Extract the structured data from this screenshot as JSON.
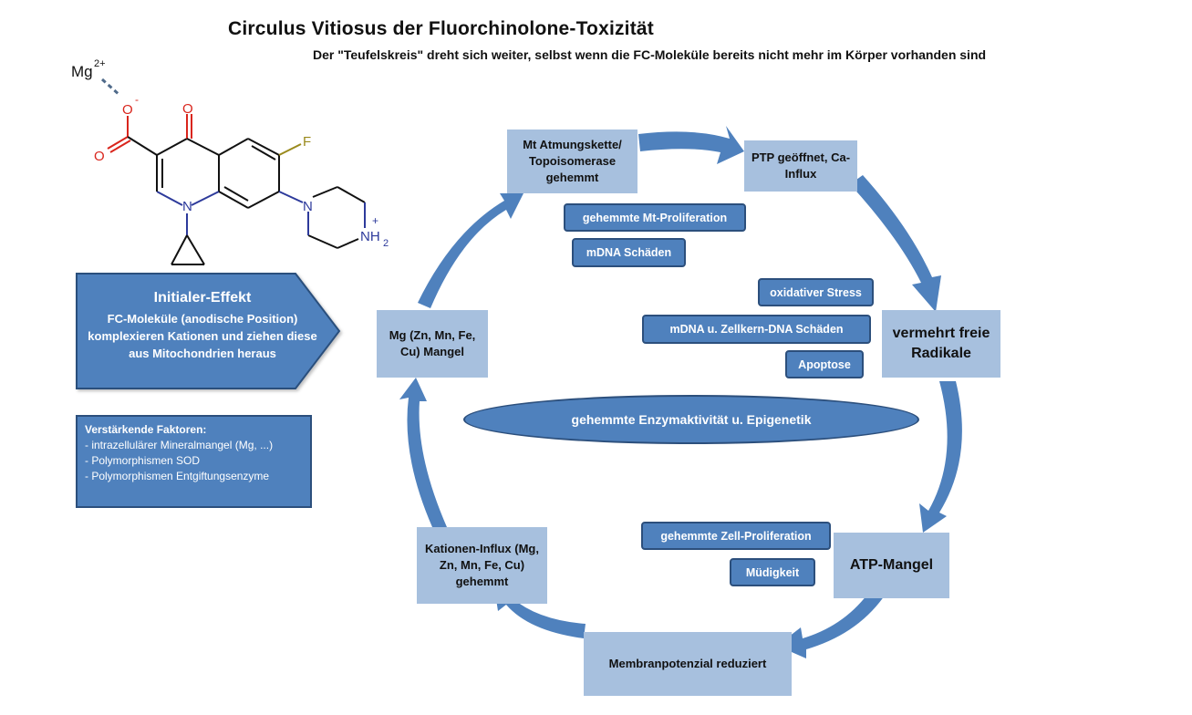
{
  "title": "Circulus Vitiosus der Fluorchinolone-Toxizität",
  "subtitle": "Der \"Teufelskreis\" dreht sich weiter, selbst wenn die FC-Moleküle bereits nicht mehr im Körper vorhanden sind",
  "molecule": {
    "mg_label": "Mg",
    "mg_charge": "2+",
    "o_minus": "O",
    "o_minus_charge": "-",
    "o_carbonyl": "O",
    "o_acid": "O",
    "fluorine": "F",
    "n_ring": "N",
    "n_piperazine": "N",
    "nh2_label": "NH",
    "nh2_sub": "2",
    "nh2_charge": "+"
  },
  "initial_effect": {
    "title": "Initialer-Effekt",
    "body": "FC-Moleküle (anodische Position) komplexieren Kationen und ziehen diese aus Mitochondrien heraus"
  },
  "factors": {
    "heading": "Verstärkende Faktoren:",
    "items": [
      "- intrazellulärer Mineralmangel (Mg, ...)",
      "- Polymorphismen SOD",
      "- Polymorphismen Entgiftungsenzyme"
    ]
  },
  "cycle_nodes": {
    "atmungskette": "Mt Atmungskette/ Topoisomerase gehemmt",
    "ptp": "PTP geöffnet, Ca-Influx",
    "radikale": "vermehrt freie Radikale",
    "atp": "ATP-Mangel",
    "membran": "Membranpotenzial reduziert",
    "kationen": "Kationen-Influx (Mg, Zn, Mn, Fe, Cu) gehemmt",
    "mangel": "Mg (Zn, Mn, Fe, Cu) Mangel"
  },
  "effects": {
    "mt_proliferation": "gehemmte Mt-Proliferation",
    "mdna": "mDNA  Schäden",
    "oxidativer": "oxidativer Stress",
    "zellkern": "mDNA u. Zellkern-DNA Schäden",
    "apoptose": "Apoptose",
    "zell_proliferation": "gehemmte Zell-Proliferation",
    "muedigkeit": "Müdigkeit"
  },
  "center": "gehemmte Enzymaktivität u. Epigenetik",
  "colors": {
    "node_light": "#a7c0de",
    "node_dark": "#4f81bd",
    "border_dark": "#2c4f7c",
    "arrow": "#4f81bd",
    "oxygen_red": "#d9251c",
    "nitrogen_blue": "#2d3a9b",
    "fluorine_olive": "#9a8a1c"
  }
}
